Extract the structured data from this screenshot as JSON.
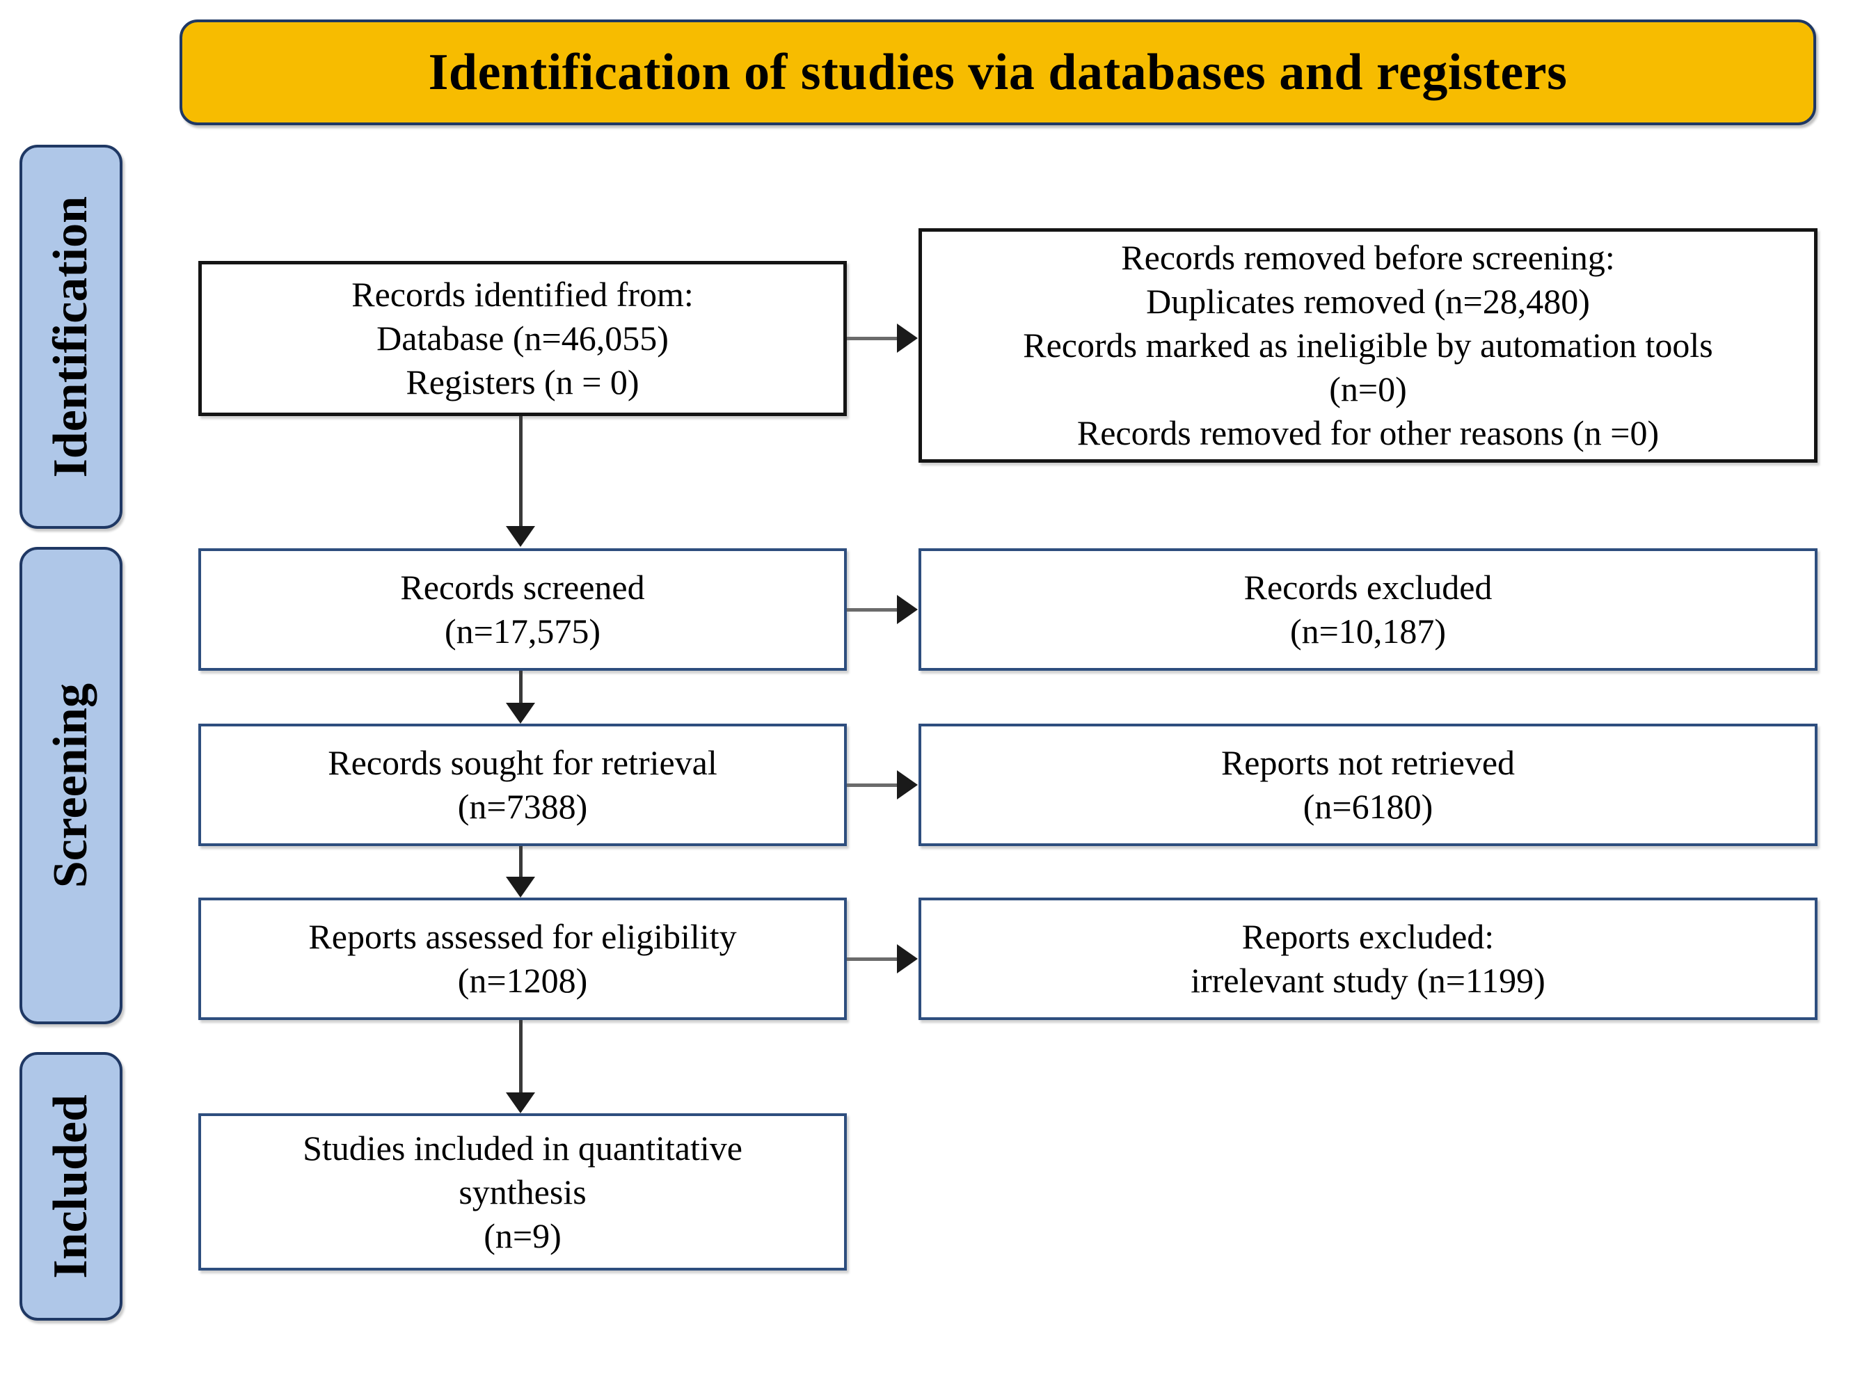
{
  "banner": {
    "title": "Identification of studies via databases and registers",
    "background_color": "#F7BC00",
    "border_color": "#1F3864",
    "text_color": "#000000"
  },
  "stages": [
    {
      "key": "identification",
      "label": "Identification",
      "background_color": "#AFC7E8",
      "border_color": "#1F3864"
    },
    {
      "key": "screening",
      "label": "Screening",
      "background_color": "#AFC7E8",
      "border_color": "#1F3864"
    },
    {
      "key": "included",
      "label": "Included",
      "background_color": "#AFC7E8",
      "border_color": "#1F3864"
    }
  ],
  "chart_data": {
    "type": "diagram",
    "diagram_kind": "prisma-flow",
    "title": "Identification of studies via databases and registers",
    "stages": [
      "Identification",
      "Screening",
      "Included"
    ],
    "nodes": [
      {
        "id": "identified",
        "stage": "Identification",
        "column": "left",
        "lines": [
          "Records identified from:",
          "Database (n=46,055)",
          "Registers (n = 0)"
        ],
        "n": 46055
      },
      {
        "id": "removed",
        "stage": "Identification",
        "column": "right",
        "lines": [
          "Records removed before screening:",
          "Duplicates removed (n=28,480)",
          "Records marked as ineligible by automation tools",
          "(n=0)",
          "Records removed for other reasons (n =0)"
        ],
        "n": 28480
      },
      {
        "id": "screened",
        "stage": "Screening",
        "column": "left",
        "lines": [
          "Records screened",
          "(n=17,575)"
        ],
        "n": 17575
      },
      {
        "id": "excluded",
        "stage": "Screening",
        "column": "right",
        "lines": [
          "Records excluded",
          "(n=10,187)"
        ],
        "n": 10187
      },
      {
        "id": "sought",
        "stage": "Screening",
        "column": "left",
        "lines": [
          "Records sought for retrieval",
          "(n=7388)"
        ],
        "n": 7388
      },
      {
        "id": "notretrieved",
        "stage": "Screening",
        "column": "right",
        "lines": [
          "Reports not retrieved",
          "(n=6180)"
        ],
        "n": 6180
      },
      {
        "id": "assessed",
        "stage": "Screening",
        "column": "left",
        "lines": [
          "Reports assessed for eligibility",
          "(n=1208)"
        ],
        "n": 1208
      },
      {
        "id": "repexcluded",
        "stage": "Screening",
        "column": "right",
        "lines": [
          "Reports excluded:",
          "irrelevant study (n=1199)"
        ],
        "n": 1199
      },
      {
        "id": "included",
        "stage": "Included",
        "column": "left",
        "lines": [
          "Studies included in quantitative",
          "synthesis",
          "(n=9)"
        ],
        "n": 9
      }
    ],
    "edges": [
      {
        "from": "identified",
        "to": "removed",
        "direction": "right"
      },
      {
        "from": "identified",
        "to": "screened",
        "direction": "down"
      },
      {
        "from": "screened",
        "to": "excluded",
        "direction": "right"
      },
      {
        "from": "screened",
        "to": "sought",
        "direction": "down"
      },
      {
        "from": "sought",
        "to": "notretrieved",
        "direction": "right"
      },
      {
        "from": "sought",
        "to": "assessed",
        "direction": "down"
      },
      {
        "from": "assessed",
        "to": "repexcluded",
        "direction": "right"
      },
      {
        "from": "assessed",
        "to": "included",
        "direction": "down"
      }
    ]
  },
  "boxes": {
    "identified": {
      "l0": "Records identified from:",
      "l1": "Database (n=46,055)",
      "l2": "Registers (n = 0)"
    },
    "removed": {
      "l0": "Records removed before screening:",
      "l1": "Duplicates removed (n=28,480)",
      "l2": "Records marked as ineligible by automation tools",
      "l3": "(n=0)",
      "l4": "Records removed for other reasons (n =0)"
    },
    "screened": {
      "l0": "Records screened",
      "l1": "(n=17,575)"
    },
    "excluded": {
      "l0": "Records excluded",
      "l1": "(n=10,187)"
    },
    "sought": {
      "l0": "Records sought for retrieval",
      "l1": "(n=7388)"
    },
    "notretrieved": {
      "l0": "Reports not retrieved",
      "l1": "(n=6180)"
    },
    "assessed": {
      "l0": "Reports assessed for eligibility",
      "l1": "(n=1208)"
    },
    "repexcluded": {
      "l0": "Reports excluded:",
      "l1": "irrelevant study (n=1199)"
    },
    "included": {
      "l0": "Studies included in quantitative",
      "l1": "synthesis",
      "l2": "(n=9)"
    }
  }
}
